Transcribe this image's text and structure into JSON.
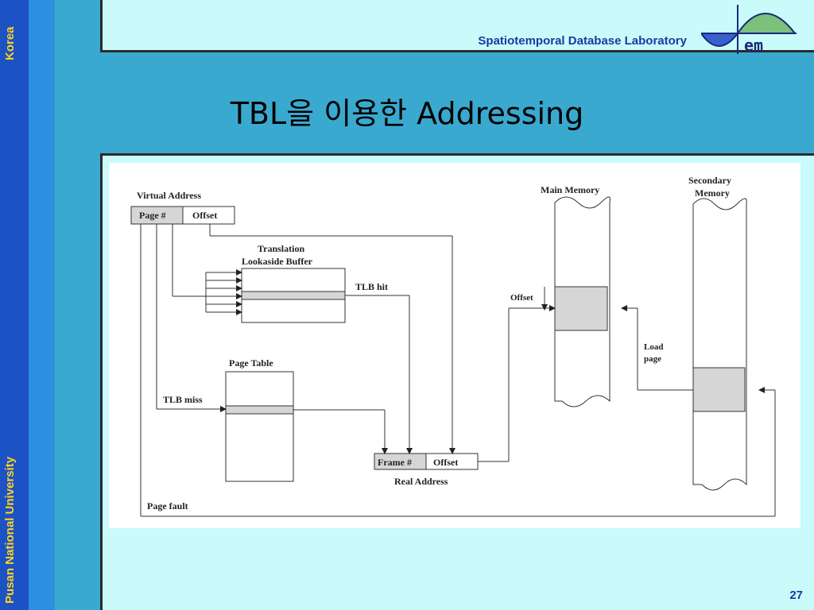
{
  "sidebar": {
    "top_text": "Korea",
    "bottom_text": "Pusan National University"
  },
  "header": {
    "lab_name": "Spatiotemporal Database Laboratory",
    "logo_text": "em"
  },
  "slide": {
    "title": "TBL을 이용한 Addressing",
    "page_number": "27"
  },
  "diagram": {
    "virtual_address_label": "Virtual Address",
    "page_num_label": "Page #",
    "offset_label": "Offset",
    "tlb_title_line1": "Translation",
    "tlb_title_line2": "Lookaside Buffer",
    "tlb_hit_label": "TLB hit",
    "page_table_label": "Page Table",
    "tlb_miss_label": "TLB miss",
    "frame_num_label": "Frame #",
    "real_offset_label": "Offset",
    "real_address_label": "Real Address",
    "page_fault_label": "Page fault",
    "main_memory_label": "Main Memory",
    "secondary_memory_line1": "Secondary",
    "secondary_memory_line2": "Memory",
    "mm_offset_label": "Offset",
    "load_page_line1": "Load",
    "load_page_line2": "page"
  },
  "colors": {
    "left_strip": "#1d52c4",
    "left_strip2": "#2d8fe0",
    "background": "#3aa9cf",
    "panel": "#c9fbfb",
    "accent_text": "#ffd21f",
    "header_text": "#1a3aa0"
  }
}
